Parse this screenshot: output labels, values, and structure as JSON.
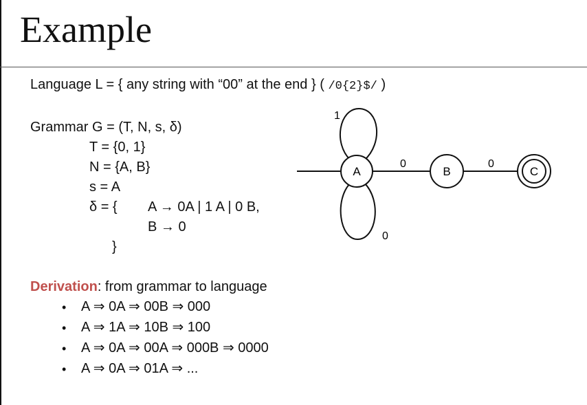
{
  "title": "Example",
  "language": {
    "prefix": "Language L = { any string with “00” at the end } (",
    "regex": "/0{2}$/",
    "suffix": ")"
  },
  "grammar": {
    "header": "Grammar G = (T, N, s, δ)",
    "T": "T = {0, 1}",
    "N": "N = {A, B}",
    "s": "s = A",
    "delta_open": "δ = {",
    "rule1": "A → 0A | 1 A | 0 B,",
    "rule2": "B → 0",
    "delta_close": "}"
  },
  "derivation": {
    "heading": "Derivation",
    "heading_rest": ": from grammar to language",
    "bullet_char": "•",
    "items": [
      "A ⇒ 0A ⇒ 00B ⇒ 000",
      "A ⇒ 1A ⇒ 10B ⇒ 100",
      "A ⇒ 0A ⇒ 00A ⇒ 000B ⇒ 0000",
      "A ⇒ 0A ⇒ 01A ⇒ ..."
    ]
  },
  "automaton": {
    "states": [
      "A",
      "B",
      "C"
    ],
    "loop_top_label": "1",
    "loop_bottom_label": "0",
    "edge_ab_label": "0",
    "edge_bc_label": "0"
  },
  "colors": {
    "derivation_heading": "#c0504d"
  }
}
